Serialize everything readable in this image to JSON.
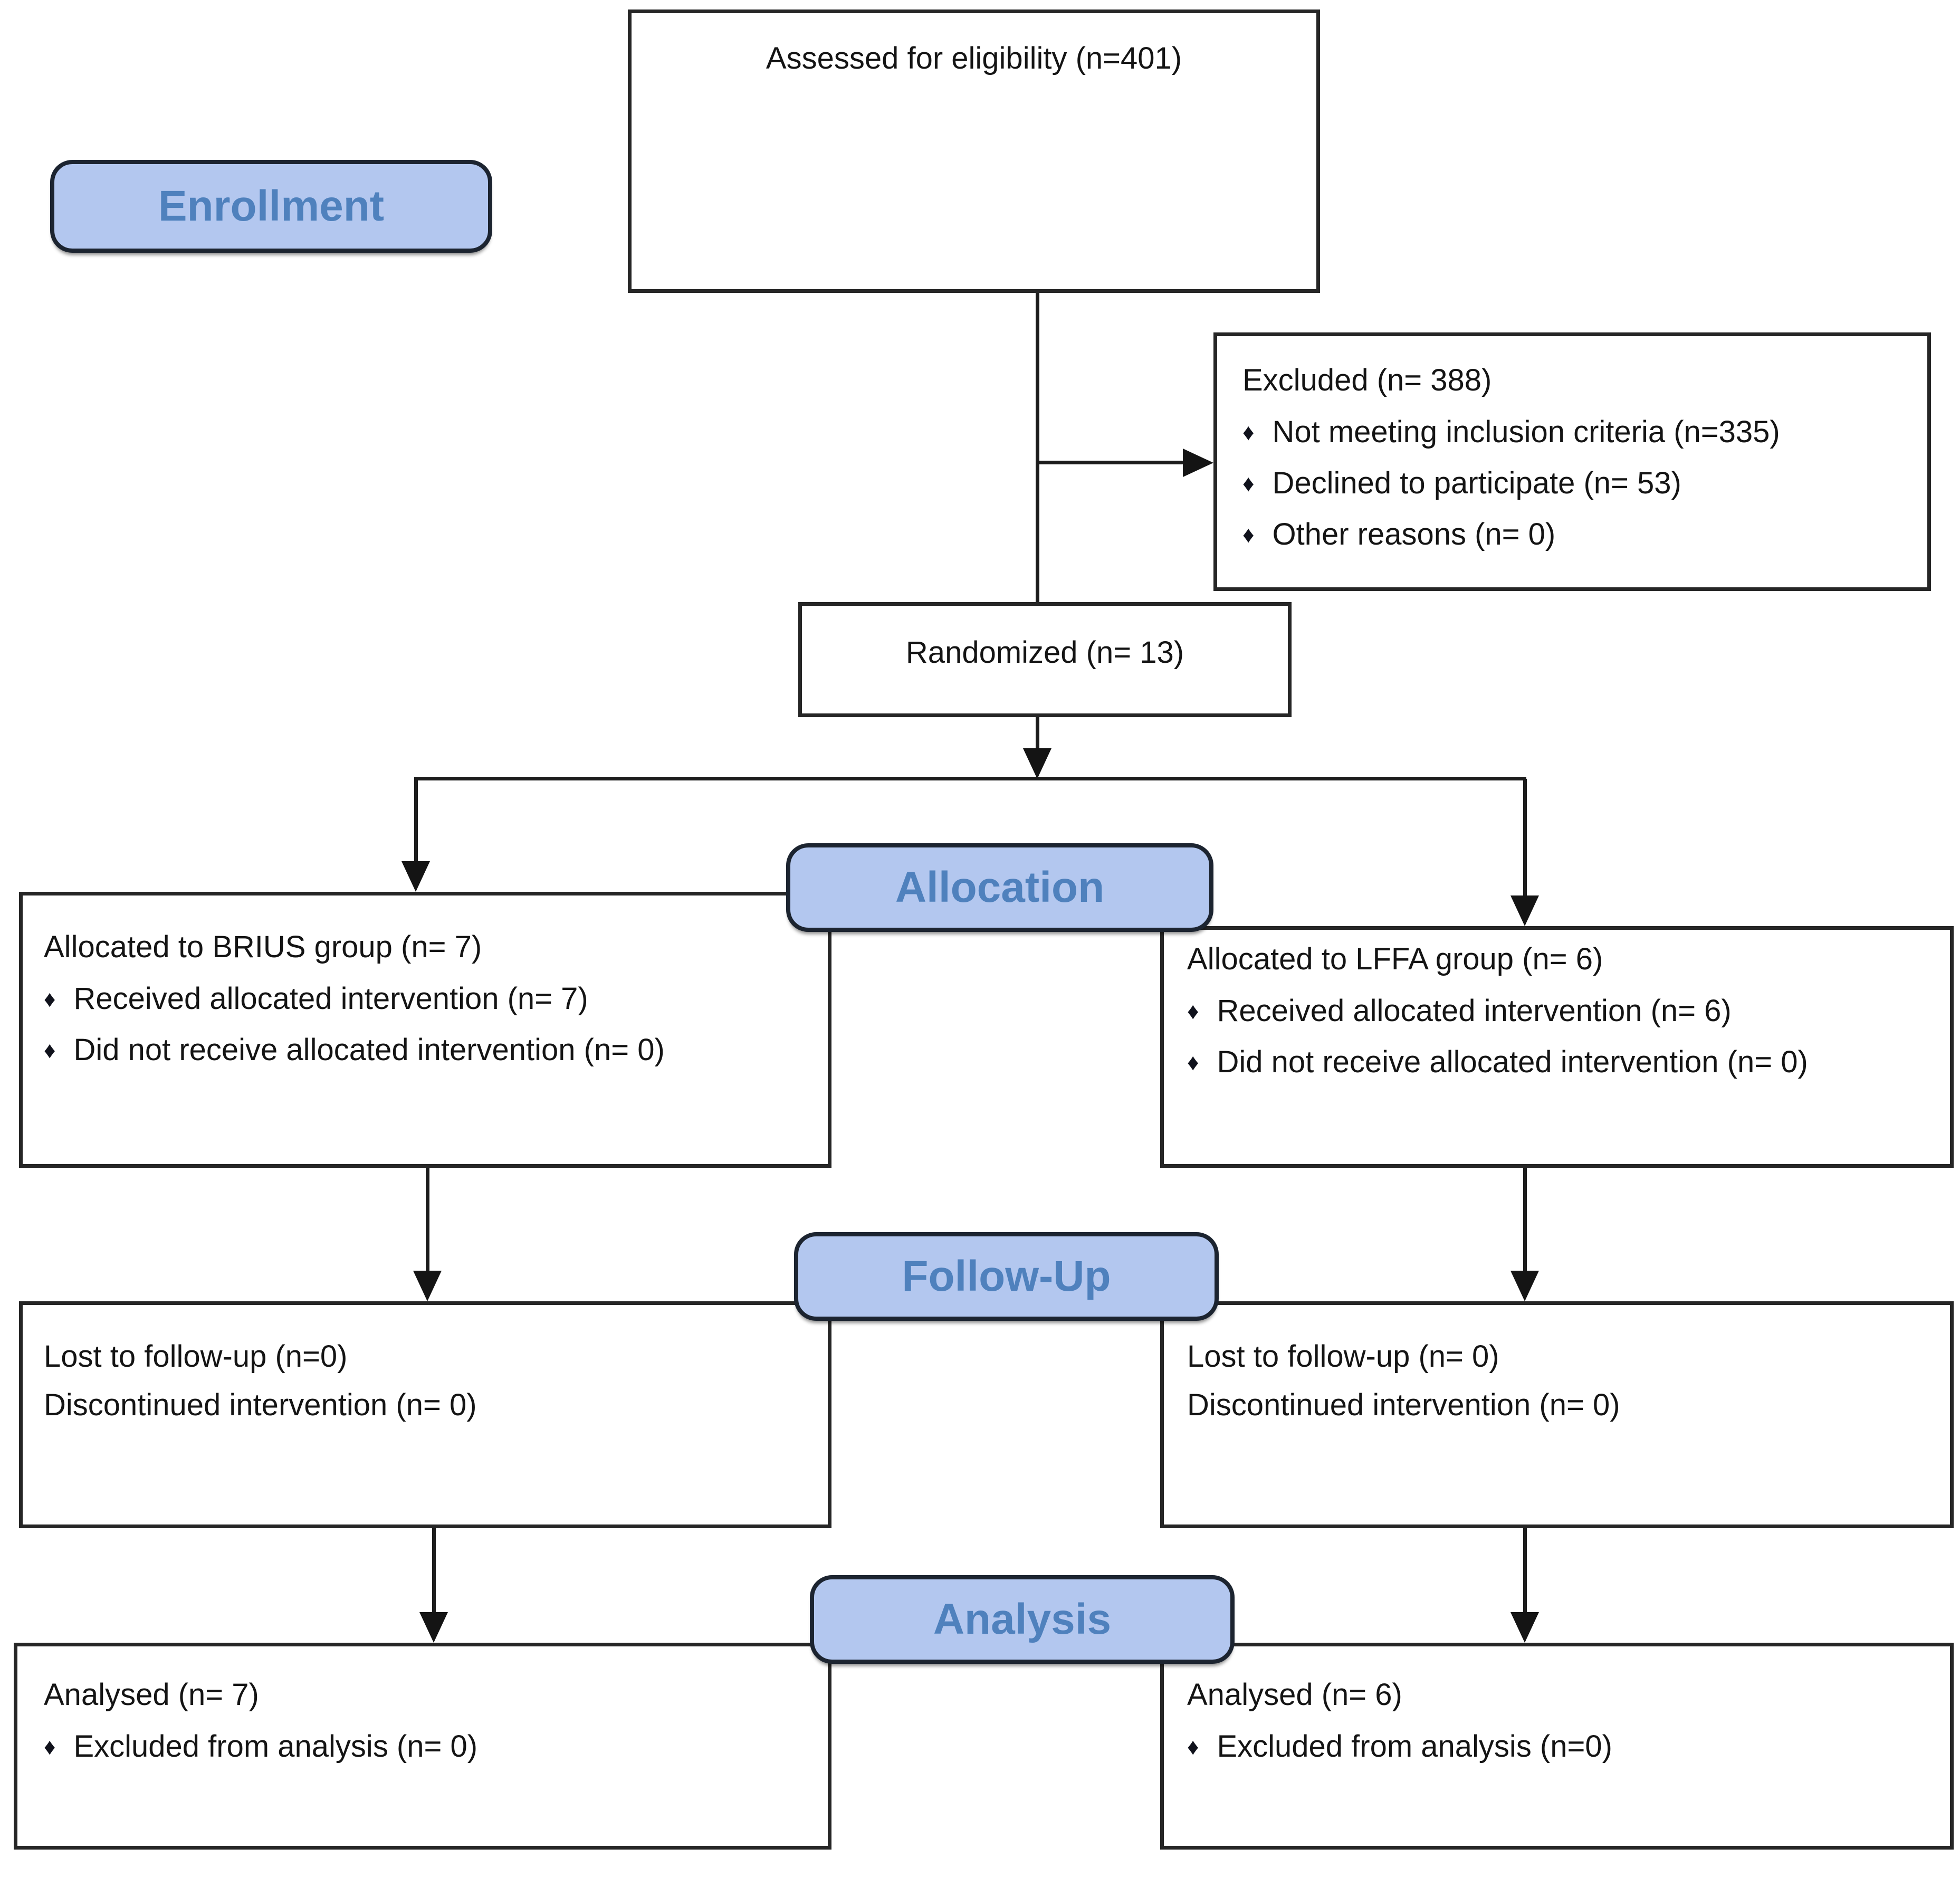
{
  "figure": {
    "type": "consort-flow-diagram",
    "bullet_char": "♦",
    "stages": {
      "enrollment": "Enrollment",
      "allocation": "Allocation",
      "followup": "Follow-Up",
      "analysis": "Analysis"
    },
    "boxes": {
      "assessed": {
        "title": "Assessed for eligibility (n=401)"
      },
      "excluded": {
        "title": "Excluded (n= 388)",
        "bullets": [
          "Not meeting inclusion criteria (n=335)",
          "Declined to participate (n= 53)",
          "Other reasons (n= 0)"
        ]
      },
      "randomized": {
        "title": "Randomized (n= 13)"
      },
      "allocated_left": {
        "title": "Allocated to BRIUS group (n= 7)",
        "bullets": [
          "Received allocated intervention (n= 7)",
          "Did not receive allocated intervention (n= 0)"
        ]
      },
      "allocated_right": {
        "title": "Allocated to LFFA group (n= 6)",
        "bullets": [
          "Received allocated intervention (n= 6)",
          "Did not receive allocated intervention (n= 0)"
        ]
      },
      "followup_left": {
        "lines": [
          "Lost to follow-up (n=0)",
          "Discontinued intervention (n= 0)"
        ]
      },
      "followup_right": {
        "lines": [
          "Lost to follow-up (n= 0)",
          "Discontinued intervention (n= 0)"
        ]
      },
      "analysed_left": {
        "title": "Analysed (n= 7)",
        "bullets": [
          "Excluded from analysis (n= 0)"
        ]
      },
      "analysed_right": {
        "title": "Analysed (n= 6)",
        "bullets": [
          "Excluded from analysis (n=0)"
        ]
      }
    },
    "colors": {
      "stage_fill": "#b3c7ef",
      "stage_border": "#1c2430",
      "stage_text": "#4f81bd",
      "box_border": "#262626",
      "line": "#1c1c1c",
      "text": "#141414",
      "background": "#ffffff"
    }
  }
}
